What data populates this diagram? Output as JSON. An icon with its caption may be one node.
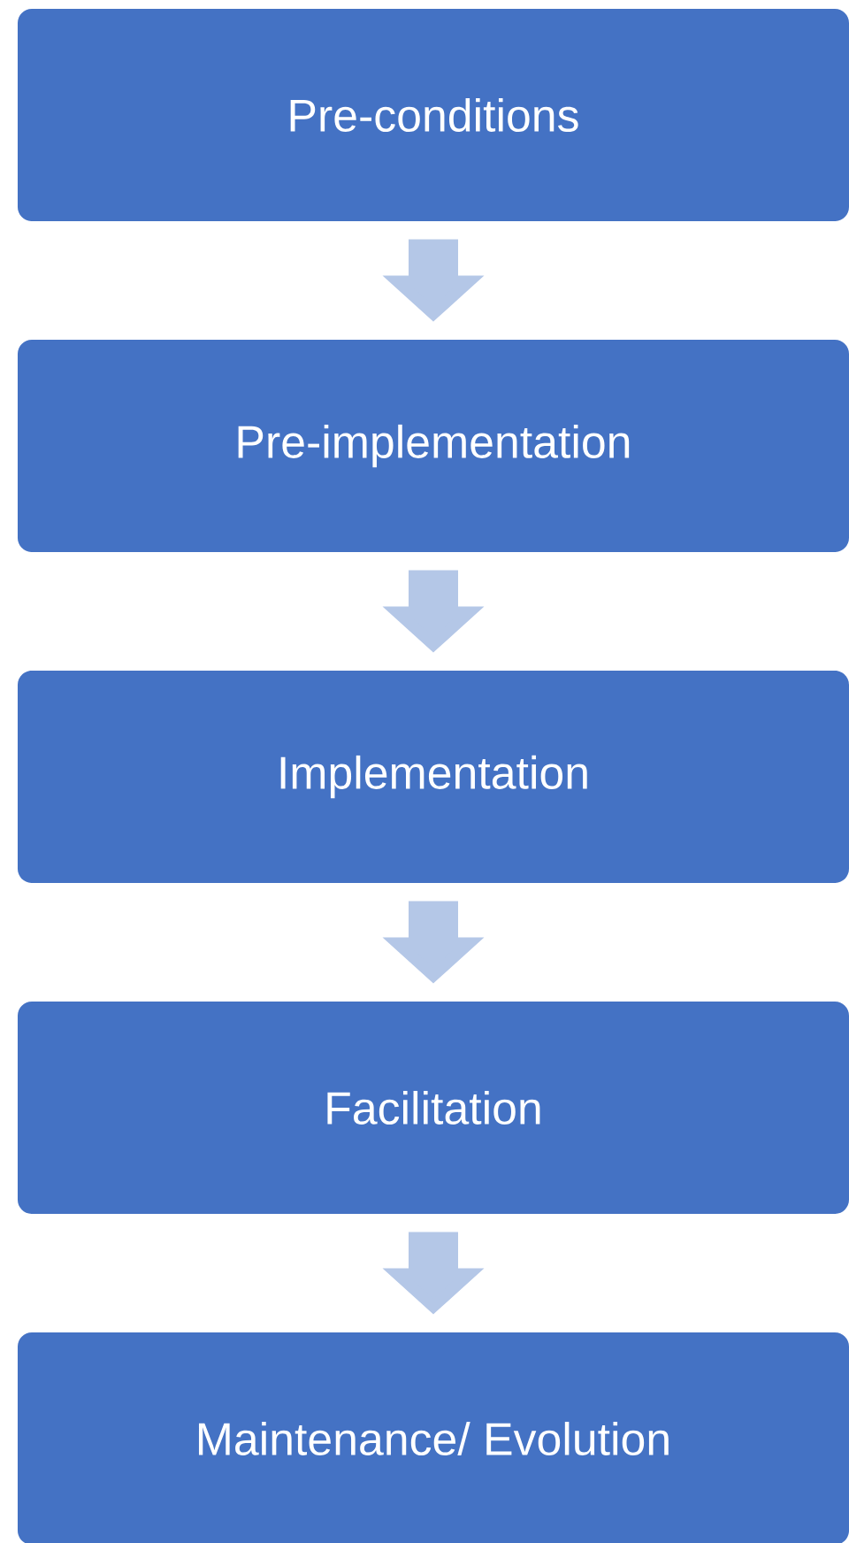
{
  "diagram": {
    "nodes": [
      {
        "text": [
          "Pre-conditions"
        ]
      },
      {
        "text": [
          "Pre-implementation"
        ]
      },
      {
        "text": [
          "Implementation"
        ]
      },
      {
        "text": [
          "Facilitation"
        ]
      },
      {
        "text": [
          "Maintenance/ Evolution"
        ]
      }
    ],
    "edges": [
      {
        "from": 0,
        "to": 1,
        "arrow": "to"
      },
      {
        "from": 1,
        "to": 2,
        "arrow": "to"
      },
      {
        "from": 2,
        "to": 3,
        "arrow": "to"
      },
      {
        "from": 3,
        "to": 4,
        "arrow": "to"
      }
    ]
  }
}
